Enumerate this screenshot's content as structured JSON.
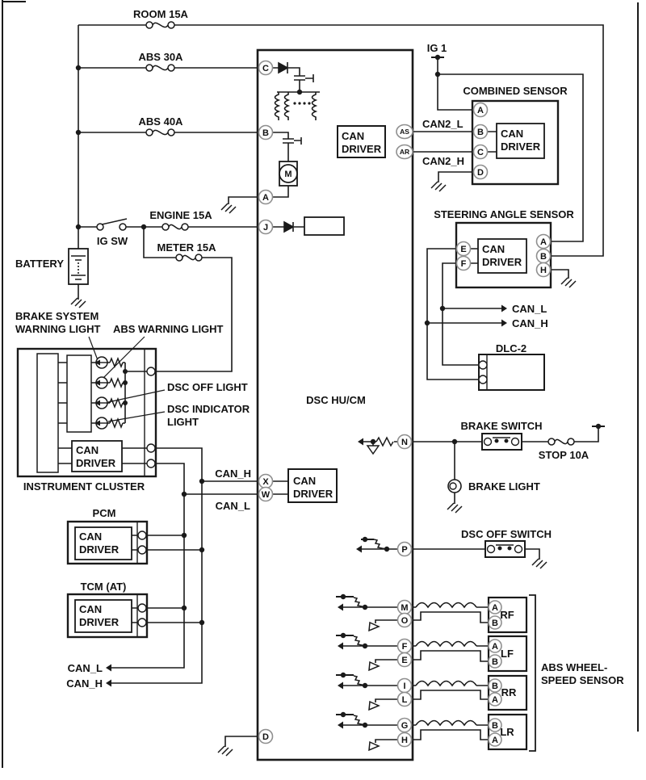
{
  "labels": {
    "room_fuse": "ROOM 15A",
    "abs30_fuse": "ABS 30A",
    "abs40_fuse": "ABS 40A",
    "engine_fuse": "ENGINE 15A",
    "meter_fuse": "METER 15A",
    "stop_fuse": "STOP 10A",
    "ig_sw": "IG SW",
    "ig1": "IG 1",
    "battery": "BATTERY",
    "brake_system_l1": "BRAKE SYSTEM",
    "brake_system_l2": "WARNING LIGHT",
    "abs_warning": "ABS WARNING LIGHT",
    "dsc_off_light": "DSC OFF LIGHT",
    "dsc_indicator_l1": "DSC INDICATOR",
    "dsc_indicator_l2": "LIGHT",
    "instrument_cluster": "INSTRUMENT CLUSTER",
    "pcm": "PCM",
    "tcm": "TCM (AT)",
    "can": "CAN",
    "driver": "DRIVER",
    "can_l": "CAN_L",
    "can_h": "CAN_H",
    "can2_l": "CAN2_L",
    "can2_h": "CAN2_H",
    "dsc_hucm": "DSC HU/CM",
    "combined_sensor": "COMBINED SENSOR",
    "steering_angle_sensor": "STEERING ANGLE SENSOR",
    "dlc2": "DLC-2",
    "brake_switch": "BRAKE SWITCH",
    "brake_light": "BRAKE LIGHT",
    "dsc_off_switch": "DSC OFF SWITCH",
    "abs_wheel_l1": "ABS WHEEL-",
    "abs_wheel_l2": "SPEED SENSOR",
    "rf": "RF",
    "lf": "LF",
    "rr": "RR",
    "lr": "LR"
  },
  "terminals": {
    "A": "A",
    "B": "B",
    "C": "C",
    "D": "D",
    "E": "E",
    "F": "F",
    "G": "G",
    "H": "H",
    "I": "I",
    "J": "J",
    "L": "L",
    "M": "M",
    "N": "N",
    "O": "O",
    "P": "P",
    "W": "W",
    "X": "X",
    "AS": "AS",
    "AR": "AR"
  },
  "colors": {
    "line": "#1a1a1a",
    "terminal_ring": "#8f8f8f",
    "background": "#ffffff"
  }
}
